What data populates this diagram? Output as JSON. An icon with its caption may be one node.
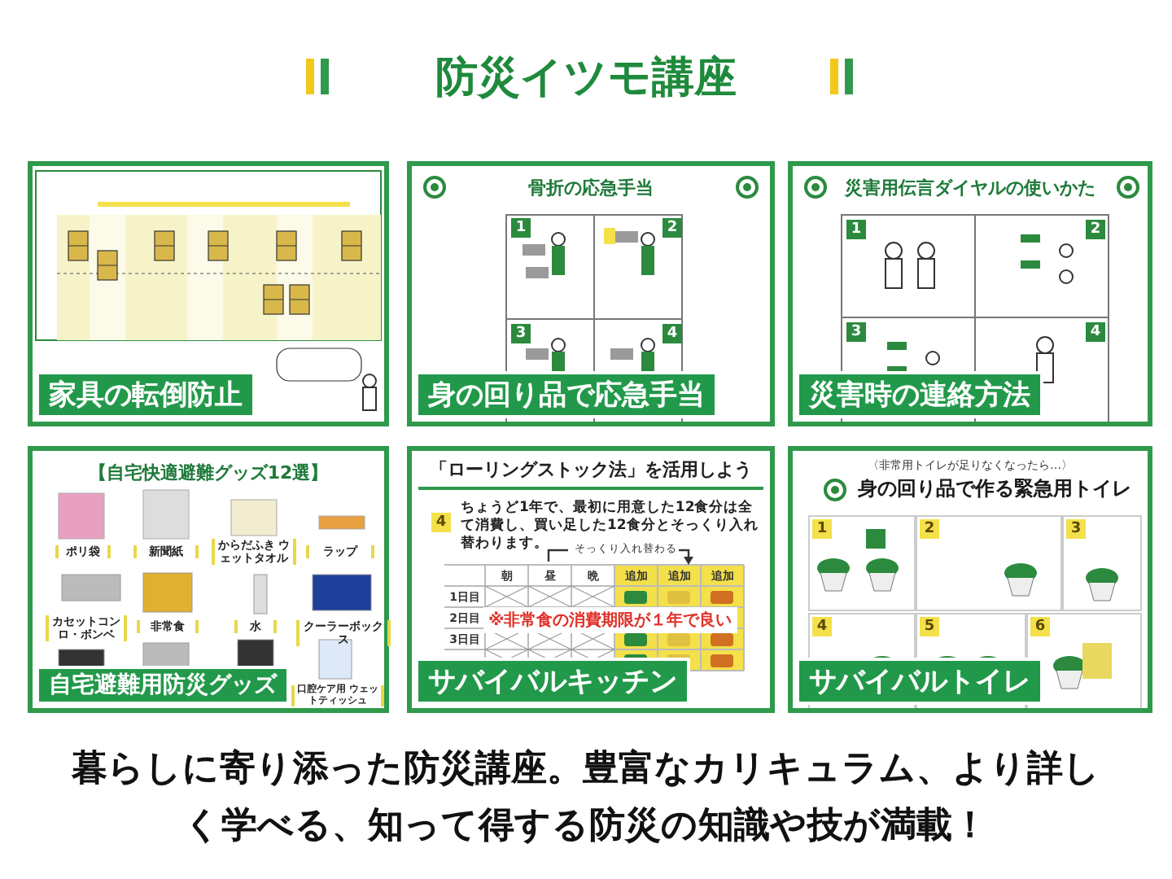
{
  "diagram": {
    "title": "防災イツモ講座",
    "caption": "**暮らしに寄り添った**防災講座。豊富なカリキュラム、より詳しく学べる、**知って得する防災の知識や技**が満載！",
    "nodes": [
      {
        "text": [
          "家具の転倒防止"
        ]
      },
      {
        "text": [
          "骨折の応急手当",
          "身の回り品で応急手当"
        ]
      },
      {
        "text": [
          "災害用伝言ダイヤルの使いかた",
          "災害時の連絡方法"
        ]
      },
      {
        "text": [
          "【自宅快適避難グッズ12選】",
          "自宅避難用防災グッズ"
        ]
      },
      {
        "text": [
          "「ローリングストック法」を活用しよう",
          "サバイバルキッチン"
        ]
      },
      {
        "text": [
          "〈非常用トイレが足りなくなったら…〉",
          "身の回り品で作る緊急用トイレ",
          "サバイバルトイレ"
        ]
      }
    ],
    "labels": [
      "1",
      "2",
      "3",
      "4",
      "1",
      "2",
      "3",
      "4",
      "ポリ袋",
      "新聞紙",
      "からだふき ウェットタオル",
      "ラップ",
      "カセットコンロ・ボンベ",
      "非常食",
      "水",
      "クーラーボックス",
      "口腔ケア用 ウェットティッシュ",
      "4",
      "ちょうど1年で、最初に用意した12食分は全て消費し、買い足した12食分とそっくり入れ替わります。",
      "そっくり入れ替わる",
      "朝",
      "昼",
      "晩",
      "追加",
      "追加",
      "追加",
      "1日目",
      "2日目",
      "3日目",
      "※非常食の消費期限が１年で良い",
      "1",
      "2",
      "3",
      "4",
      "5",
      "6"
    ]
  }
}
